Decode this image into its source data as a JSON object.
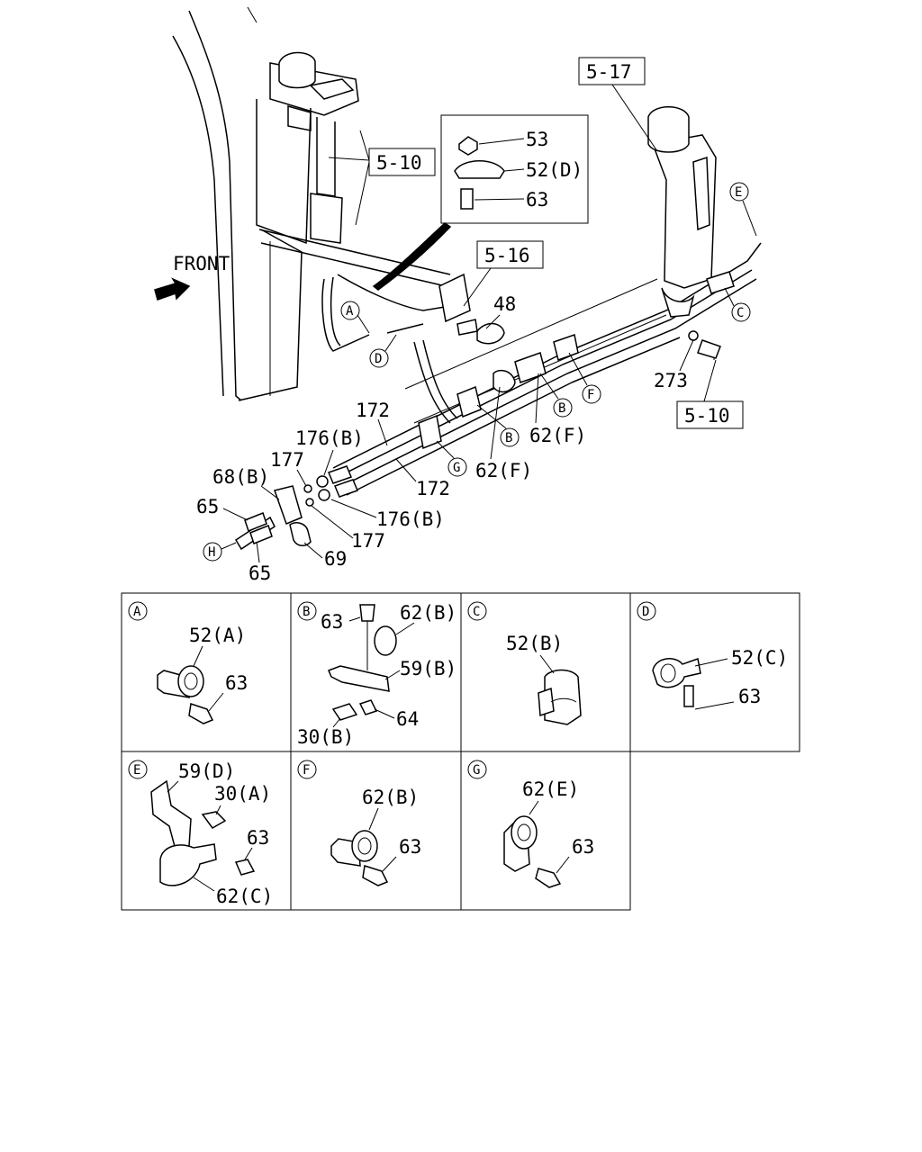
{
  "front_label": "FRONT",
  "refs": {
    "r517": "5-17",
    "r510a": "5-10",
    "r516": "5-16",
    "r510b": "5-10"
  },
  "callouts": {
    "c53": "53",
    "c52d": "52(D)",
    "c63top": "63",
    "c48": "48",
    "c273": "273",
    "c172a": "172",
    "c172b": "172",
    "c176b1": "176(B)",
    "c176b2": "176(B)",
    "c177a": "177",
    "c177b": "177",
    "c68b": "68(B)",
    "c65a": "65",
    "c65b": "65",
    "c69": "69",
    "c62f1": "62(F)",
    "c62f2": "62(F)"
  },
  "markers": [
    "A",
    "B",
    "C",
    "D",
    "E",
    "F",
    "G",
    "H"
  ],
  "details": {
    "A": {
      "letter": "A",
      "labels": [
        "52(A)",
        "63"
      ]
    },
    "B": {
      "letter": "B",
      "labels": [
        "63",
        "62(B)",
        "59(B)",
        "64",
        "30(B)"
      ]
    },
    "C": {
      "letter": "C",
      "labels": [
        "52(B)"
      ]
    },
    "D": {
      "letter": "D",
      "labels": [
        "52(C)",
        "63"
      ]
    },
    "E": {
      "letter": "E",
      "labels": [
        "59(D)",
        "30(A)",
        "63",
        "62(C)"
      ]
    },
    "F": {
      "letter": "F",
      "labels": [
        "62(B)",
        "63"
      ]
    },
    "G": {
      "letter": "G",
      "labels": [
        "62(E)",
        "63"
      ]
    }
  }
}
